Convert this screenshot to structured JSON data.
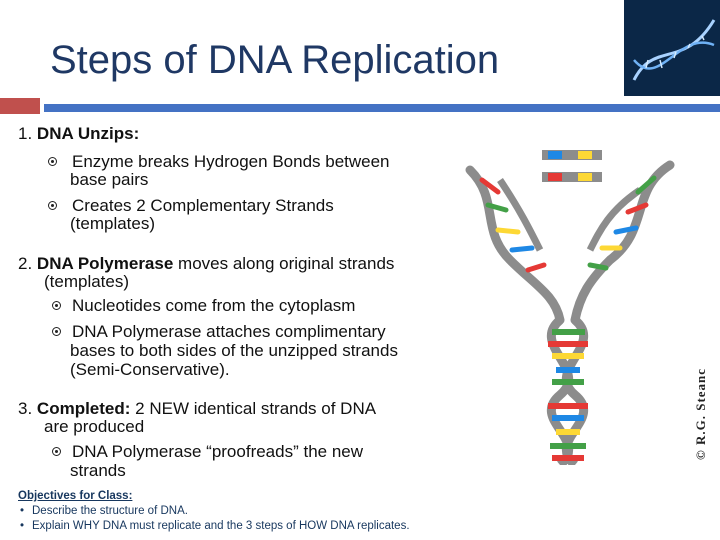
{
  "slide": {
    "title": "Steps of DNA Replication",
    "step1": {
      "number": "1.",
      "heading": "DNA Unzips:",
      "bullets": [
        "Enzyme breaks Hydrogen Bonds between",
        "base pairs",
        "Creates 2 Complementary Strands",
        "(templates)"
      ]
    },
    "step2": {
      "number": "2.",
      "heading": "DNA Polymerase",
      "rest_line1": "moves along original strands",
      "line2": "(templates)",
      "bullets": [
        "Nucleotides come from the cytoplasm",
        "DNA Polymerase attaches complimentary",
        "bases to both sides of the unzipped strands",
        "(Semi-Conservative)."
      ]
    },
    "step3": {
      "number": "3.",
      "heading": "Completed:",
      "rest_line1": "2 NEW identical strands of DNA",
      "line2": "are produced",
      "bullets": [
        "DNA Polymerase “proofreads” the new",
        "strands"
      ]
    },
    "objectives": {
      "heading": "Objectives for Class:",
      "items": [
        "Describe the structure of DNA.",
        "Explain WHY DNA must replicate and the 3 steps of HOW DNA replicates."
      ]
    },
    "credit": "© R.G. Steanc"
  },
  "colors": {
    "title": "#1f3864",
    "accent_red": "#c0504d",
    "accent_blue": "#4472c4",
    "backbone": "#8c8c8c",
    "base_red": "#e53935",
    "base_green": "#43a047",
    "base_yellow": "#fdd835",
    "base_blue": "#1e88e5"
  }
}
